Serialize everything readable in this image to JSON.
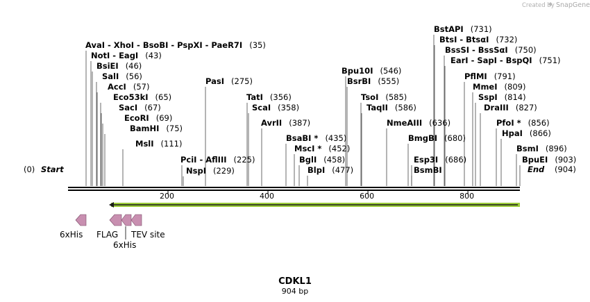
{
  "credit": {
    "text": "Created by",
    "brand": "SnapGene"
  },
  "sequence": {
    "name": "CDKL1",
    "length_label": "904 bp",
    "length": 904
  },
  "start": {
    "pos": "(0)",
    "label": "Start"
  },
  "end": {
    "pos": "(904)",
    "label": "End"
  },
  "ruler_ticks": [
    "200",
    "400",
    "600",
    "800"
  ],
  "sites": [
    {
      "names": "AvaI  -  XhoI  -  BsoBI  -  PspXI  -  PaeR7I",
      "pos": "(35)"
    },
    {
      "names": "NotI  -  EagI",
      "pos": "(43)"
    },
    {
      "names": "BsiEI",
      "pos": "(46)"
    },
    {
      "names": "SalI",
      "pos": "(56)"
    },
    {
      "names": "AccI",
      "pos": "(57)"
    },
    {
      "names": "Eco53kI",
      "pos": "(65)"
    },
    {
      "names": "SacI",
      "pos": "(67)"
    },
    {
      "names": "EcoRI",
      "pos": "(69)"
    },
    {
      "names": "BamHI",
      "pos": "(75)"
    },
    {
      "names": "MslI",
      "pos": "(111)"
    },
    {
      "names": "PciI  -  AflIII",
      "pos": "(225)"
    },
    {
      "names": "NspI",
      "pos": "(229)"
    },
    {
      "names": "PasI",
      "pos": "(275)"
    },
    {
      "names": "TatI",
      "pos": "(356)"
    },
    {
      "names": "ScaI",
      "pos": "(358)"
    },
    {
      "names": "AvrII",
      "pos": "(387)"
    },
    {
      "names": "BsaBI *",
      "pos": "(435)"
    },
    {
      "names": "MscI *",
      "pos": "(452)"
    },
    {
      "names": "BglI",
      "pos": "(458)"
    },
    {
      "names": "BlpI",
      "pos": "(477)"
    },
    {
      "names": "Bpu10I",
      "pos": "(546)"
    },
    {
      "names": "BsrBI",
      "pos": "(555)"
    },
    {
      "names": "TsoI",
      "pos": "(585)"
    },
    {
      "names": "TaqII",
      "pos": "(586)"
    },
    {
      "names": "NmeAIII",
      "pos": "(636)"
    },
    {
      "names": "BmgBI",
      "pos": "(680)"
    },
    {
      "names": "Esp3I",
      "pos": "(686)"
    },
    {
      "names": "BsmBI",
      "pos": ""
    },
    {
      "names": "BstAPI",
      "pos": "(731)"
    },
    {
      "names": "BtsI  -  BtsαI",
      "pos": "(732)"
    },
    {
      "names": "BssSI  -  BssSαI",
      "pos": "(750)"
    },
    {
      "names": "EarI  -  SapI  -  BspQI",
      "pos": "(751)"
    },
    {
      "names": "PflMI",
      "pos": "(791)"
    },
    {
      "names": "MmeI",
      "pos": "(809)"
    },
    {
      "names": "SspI",
      "pos": "(814)"
    },
    {
      "names": "DraIII",
      "pos": "(827)"
    },
    {
      "names": "PfoI *",
      "pos": "(856)"
    },
    {
      "names": "HpaI",
      "pos": "(866)"
    },
    {
      "names": "BsmI",
      "pos": "(896)"
    },
    {
      "names": "BpuEI",
      "pos": "(903)"
    }
  ],
  "features": [
    {
      "label": "6xHis"
    },
    {
      "label": "FLAG"
    },
    {
      "label": "TEV site"
    },
    {
      "label": "6xHis"
    }
  ],
  "colors": {
    "orf": "#9ccc3a",
    "orf_arrow": "#1a1a1a",
    "feature": "#c88fb0",
    "feature_stroke": "#7a4a66",
    "backbone": "#000000"
  }
}
